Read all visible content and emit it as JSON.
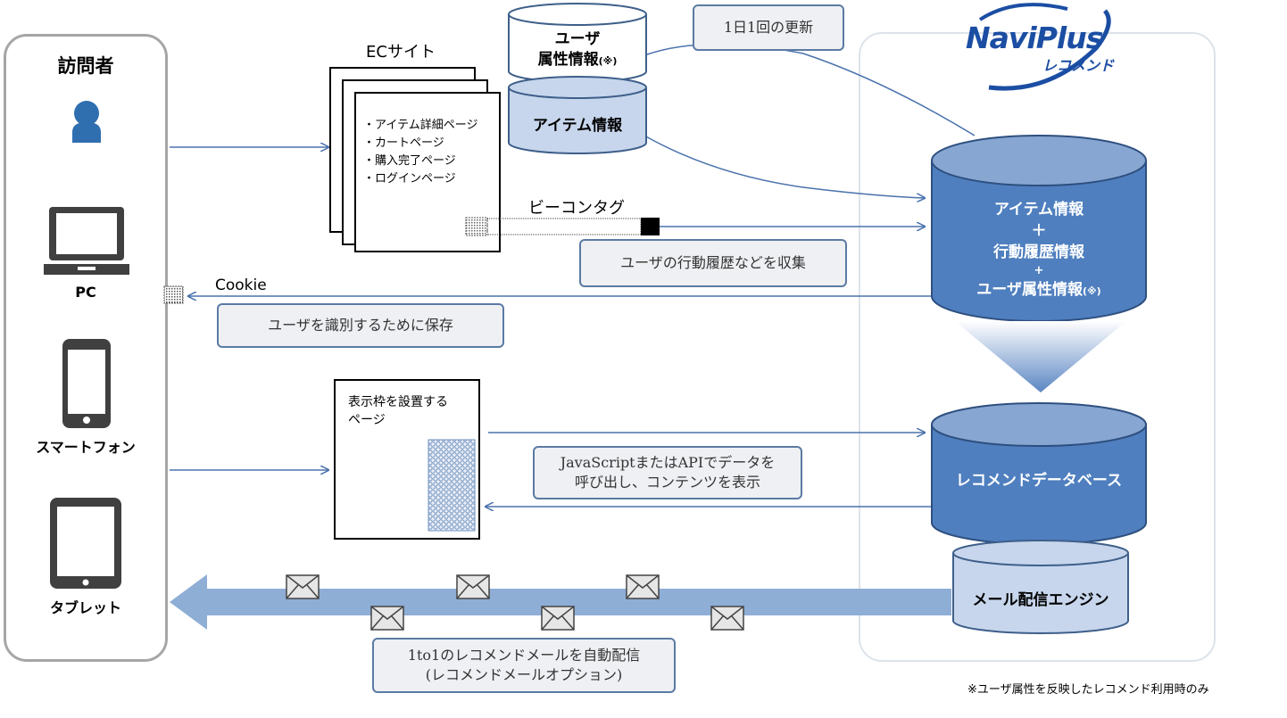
{
  "visitor": {
    "title": "訪問者",
    "devices": [
      {
        "label": "PC",
        "icon": "laptop-icon"
      },
      {
        "label": "スマートフォン",
        "icon": "smartphone-icon"
      },
      {
        "label": "タブレット",
        "icon": "tablet-icon"
      }
    ],
    "person_icon": "person-icon"
  },
  "ec_site": {
    "title": "ECサイト",
    "pages": [
      "・アイテム詳細ページ",
      "・カートページ",
      "・購入完了ページ",
      "・ログインページ"
    ]
  },
  "databases": {
    "user_attr_line1": "ユーザ",
    "user_attr_line2": "属性情報",
    "user_attr_note": "(※)",
    "item_info": "アイテム情報",
    "combined_line1": "アイテム情報",
    "combined_plus1": "＋",
    "combined_line2": "行動履歴情報",
    "combined_plus2": "+",
    "combined_line3": "ユーザ属性情報",
    "combined_note": "(※)",
    "recommend_db": "レコメンドデータベース",
    "mail_engine": "メール配信エンジン"
  },
  "labels": {
    "beacon_tag": "ビーコンタグ",
    "cookie": "Cookie",
    "display_page_line1": "表示枠を設置する",
    "display_page_line2": "ページ"
  },
  "notes": {
    "daily_update": "1日1回の更新",
    "collect_history": "ユーザの行動履歴などを収集",
    "save_identify": "ユーザを識別するために保存",
    "js_api_line1": "JavaScriptまたはAPIでデータを",
    "js_api_line2": "呼び出し、コンテンツを表示",
    "mail_line1": "1to1のレコメンドメールを自動配信",
    "mail_line2": "(レコメンドメールオプション)"
  },
  "brand": {
    "name_line1": "NaviPlus",
    "name_line2": "レコメンド",
    "color": "#1b4ea3"
  },
  "footnote": "※ユーザ属性を反映したレコメンド利用時のみ",
  "colors": {
    "cylinder_dark": "#4f7fbf",
    "cylinder_light": "#c7d6ec",
    "arrow": "#4a72ad",
    "big_arrow": "#8eaed6",
    "icon_gray": "#404040",
    "person_blue": "#2f6fb0"
  }
}
